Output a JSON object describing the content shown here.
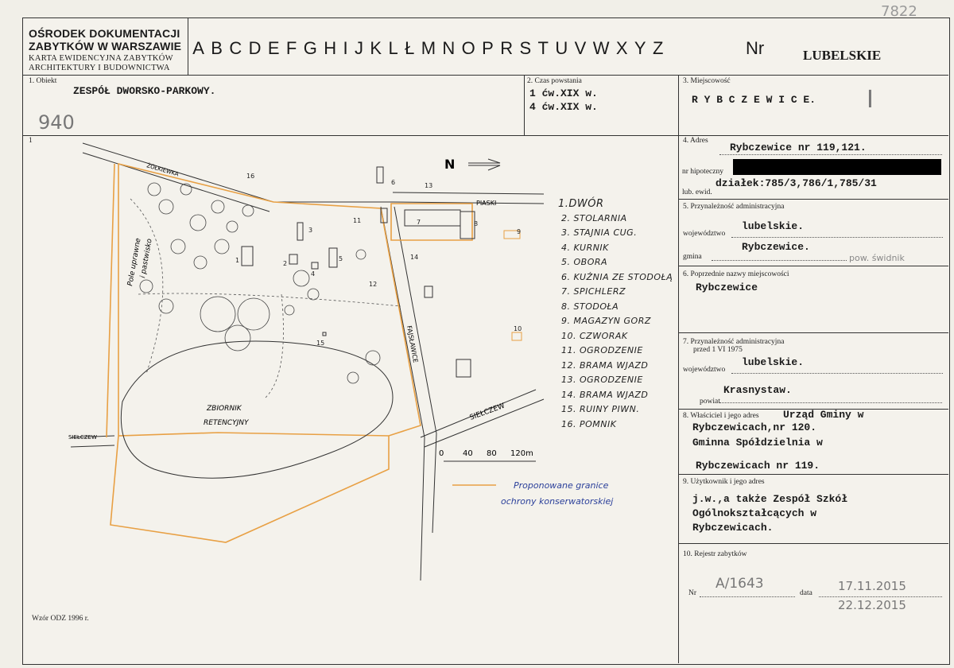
{
  "corner_number": "7822",
  "header": {
    "org_line1": "OŚRODEK DOKUMENTACJI",
    "org_line2": "ZABYTKÓW W WARSZAWIE",
    "card_line1": "KARTA EWIDENCYJNA ZABYTKÓW",
    "card_line2": "ARCHITEKTURY I BUDOWNICTWA",
    "letters": [
      "A",
      "B",
      "C",
      "D",
      "E",
      "F",
      "G",
      "H",
      "I",
      "J",
      "K",
      "L",
      "Ł",
      "M",
      "N",
      "O",
      "P",
      "R",
      "S",
      "T",
      "U",
      "V",
      "W",
      "X",
      "Y",
      "Z"
    ],
    "nr_label": "Nr",
    "region": "LUBELSKIE"
  },
  "fields": {
    "obiekt_label": "1. Obiekt",
    "obiekt_value": "ZESPÓŁ DWORSKO-PARKOWY.",
    "obiekt_hand": "940",
    "czas_label": "2. Czas powstania",
    "czas_line1": "1 ćw.XIX w.",
    "czas_line2": "4 ćw.XIX w.",
    "miejsc_label": "3. Miejscowość",
    "miejsc_value": "R Y B C Z E W I C E.",
    "miejsc_hand": "I",
    "adres_label": "4. Adres",
    "adres_value": "Rybczewice nr 119,121.",
    "hipoteczny_label": "nr hipoteczny",
    "ewid_label": "lub. ewid.",
    "ewid_value": "działek:785/3,786/1,785/31",
    "przyn_label": "5. Przynależność administracyjna",
    "woj_label": "województwo",
    "woj_value": "lubelskie.",
    "gmina_label": "gmina",
    "gmina_value": "Rybczewice.",
    "gmina_hand": "pow. świdnik",
    "poprz_label": "6. Poprzednie nazwy miejscowości",
    "poprz_value": "Rybczewice",
    "przyn75_label1": "7. Przynależność administracyjna",
    "przyn75_label2": "przed 1 VI 1975",
    "woj75_label": "województwo",
    "woj75_value": "lubelskie.",
    "powiat_label": "powiat",
    "powiat_value": "Krasnystaw.",
    "wlasc_label": "8. Właściciel i jego adres",
    "wlasc_line1": "Urząd Gminy w",
    "wlasc_line2": "Rybczewicach,nr 120.",
    "wlasc_line3": "Gminna Spółdzielnia w",
    "wlasc_line4": "Rybczewicach nr 119.",
    "uzyt_label": "9. Użytkownik i jego adres",
    "uzyt_line1": "j.w.,a także Zespół Szkół",
    "uzyt_line2": "Ogólnokształcących w",
    "uzyt_line3": "Rybczewicach.",
    "rejestr_label": "10. Rejestr zabytków",
    "nr_label": "Nr",
    "nr_hand": "A/1643",
    "data_label": "data",
    "data_hand1": "17.11.2015",
    "data_hand2": "22.12.2015",
    "map_label": "1",
    "wzor": "Wzór ODZ 1996 r."
  },
  "map": {
    "legend": [
      "1.DWÓR",
      "2. STOLARNIA",
      "3. STAJNIA CUG.",
      "4. KURNIK",
      "5. OBORA",
      "6. KUŹNIA ZE STODOŁĄ",
      "7. SPICHLERZ",
      "8. STODOŁA",
      "9. MAGAZYN GORZ",
      "10. CZWORAK",
      "11. OGRODZENIE",
      "12. BRAMA WJAZD",
      "13. OGRODZENIE",
      "14. BRAMA WJAZD",
      "15. RUINY PIWN.",
      "16. POMNIK"
    ],
    "road_zolkiewka": "ŻÓŁKIEWKA",
    "road_piaski": "PIASKI",
    "road_fajslawice": "FAJSŁAWICE",
    "road_sielczew": "SIEŁCZEW",
    "road_sielczew_left": "SIEŁCZEW",
    "field_label_1": "Pole uprawne",
    "field_label_2": "i pastwisko",
    "reservoir_1": "ZBIORNIK",
    "reservoir_2": "RETENCYJNY",
    "north": "N",
    "scale": [
      "0",
      "40",
      "80",
      "120m"
    ],
    "protect_1": "Proponowane granice",
    "protect_2": "ochrony konserwatorskiej",
    "nums": [
      "1",
      "2",
      "3",
      "4",
      "5",
      "6",
      "7",
      "8",
      "9",
      "10",
      "11",
      "12",
      "13",
      "14",
      "15",
      "16"
    ]
  }
}
